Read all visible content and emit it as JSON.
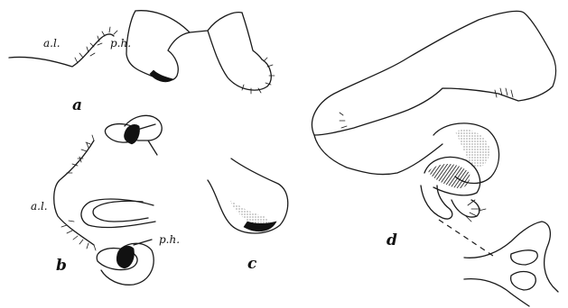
{
  "labels": {
    "a": "a",
    "b": "b",
    "c": "c",
    "d": "d",
    "al_a": "a.l.",
    "ph_a": "p.h.",
    "al_b": "a.l.",
    "ph_b": "p.h."
  }
}
